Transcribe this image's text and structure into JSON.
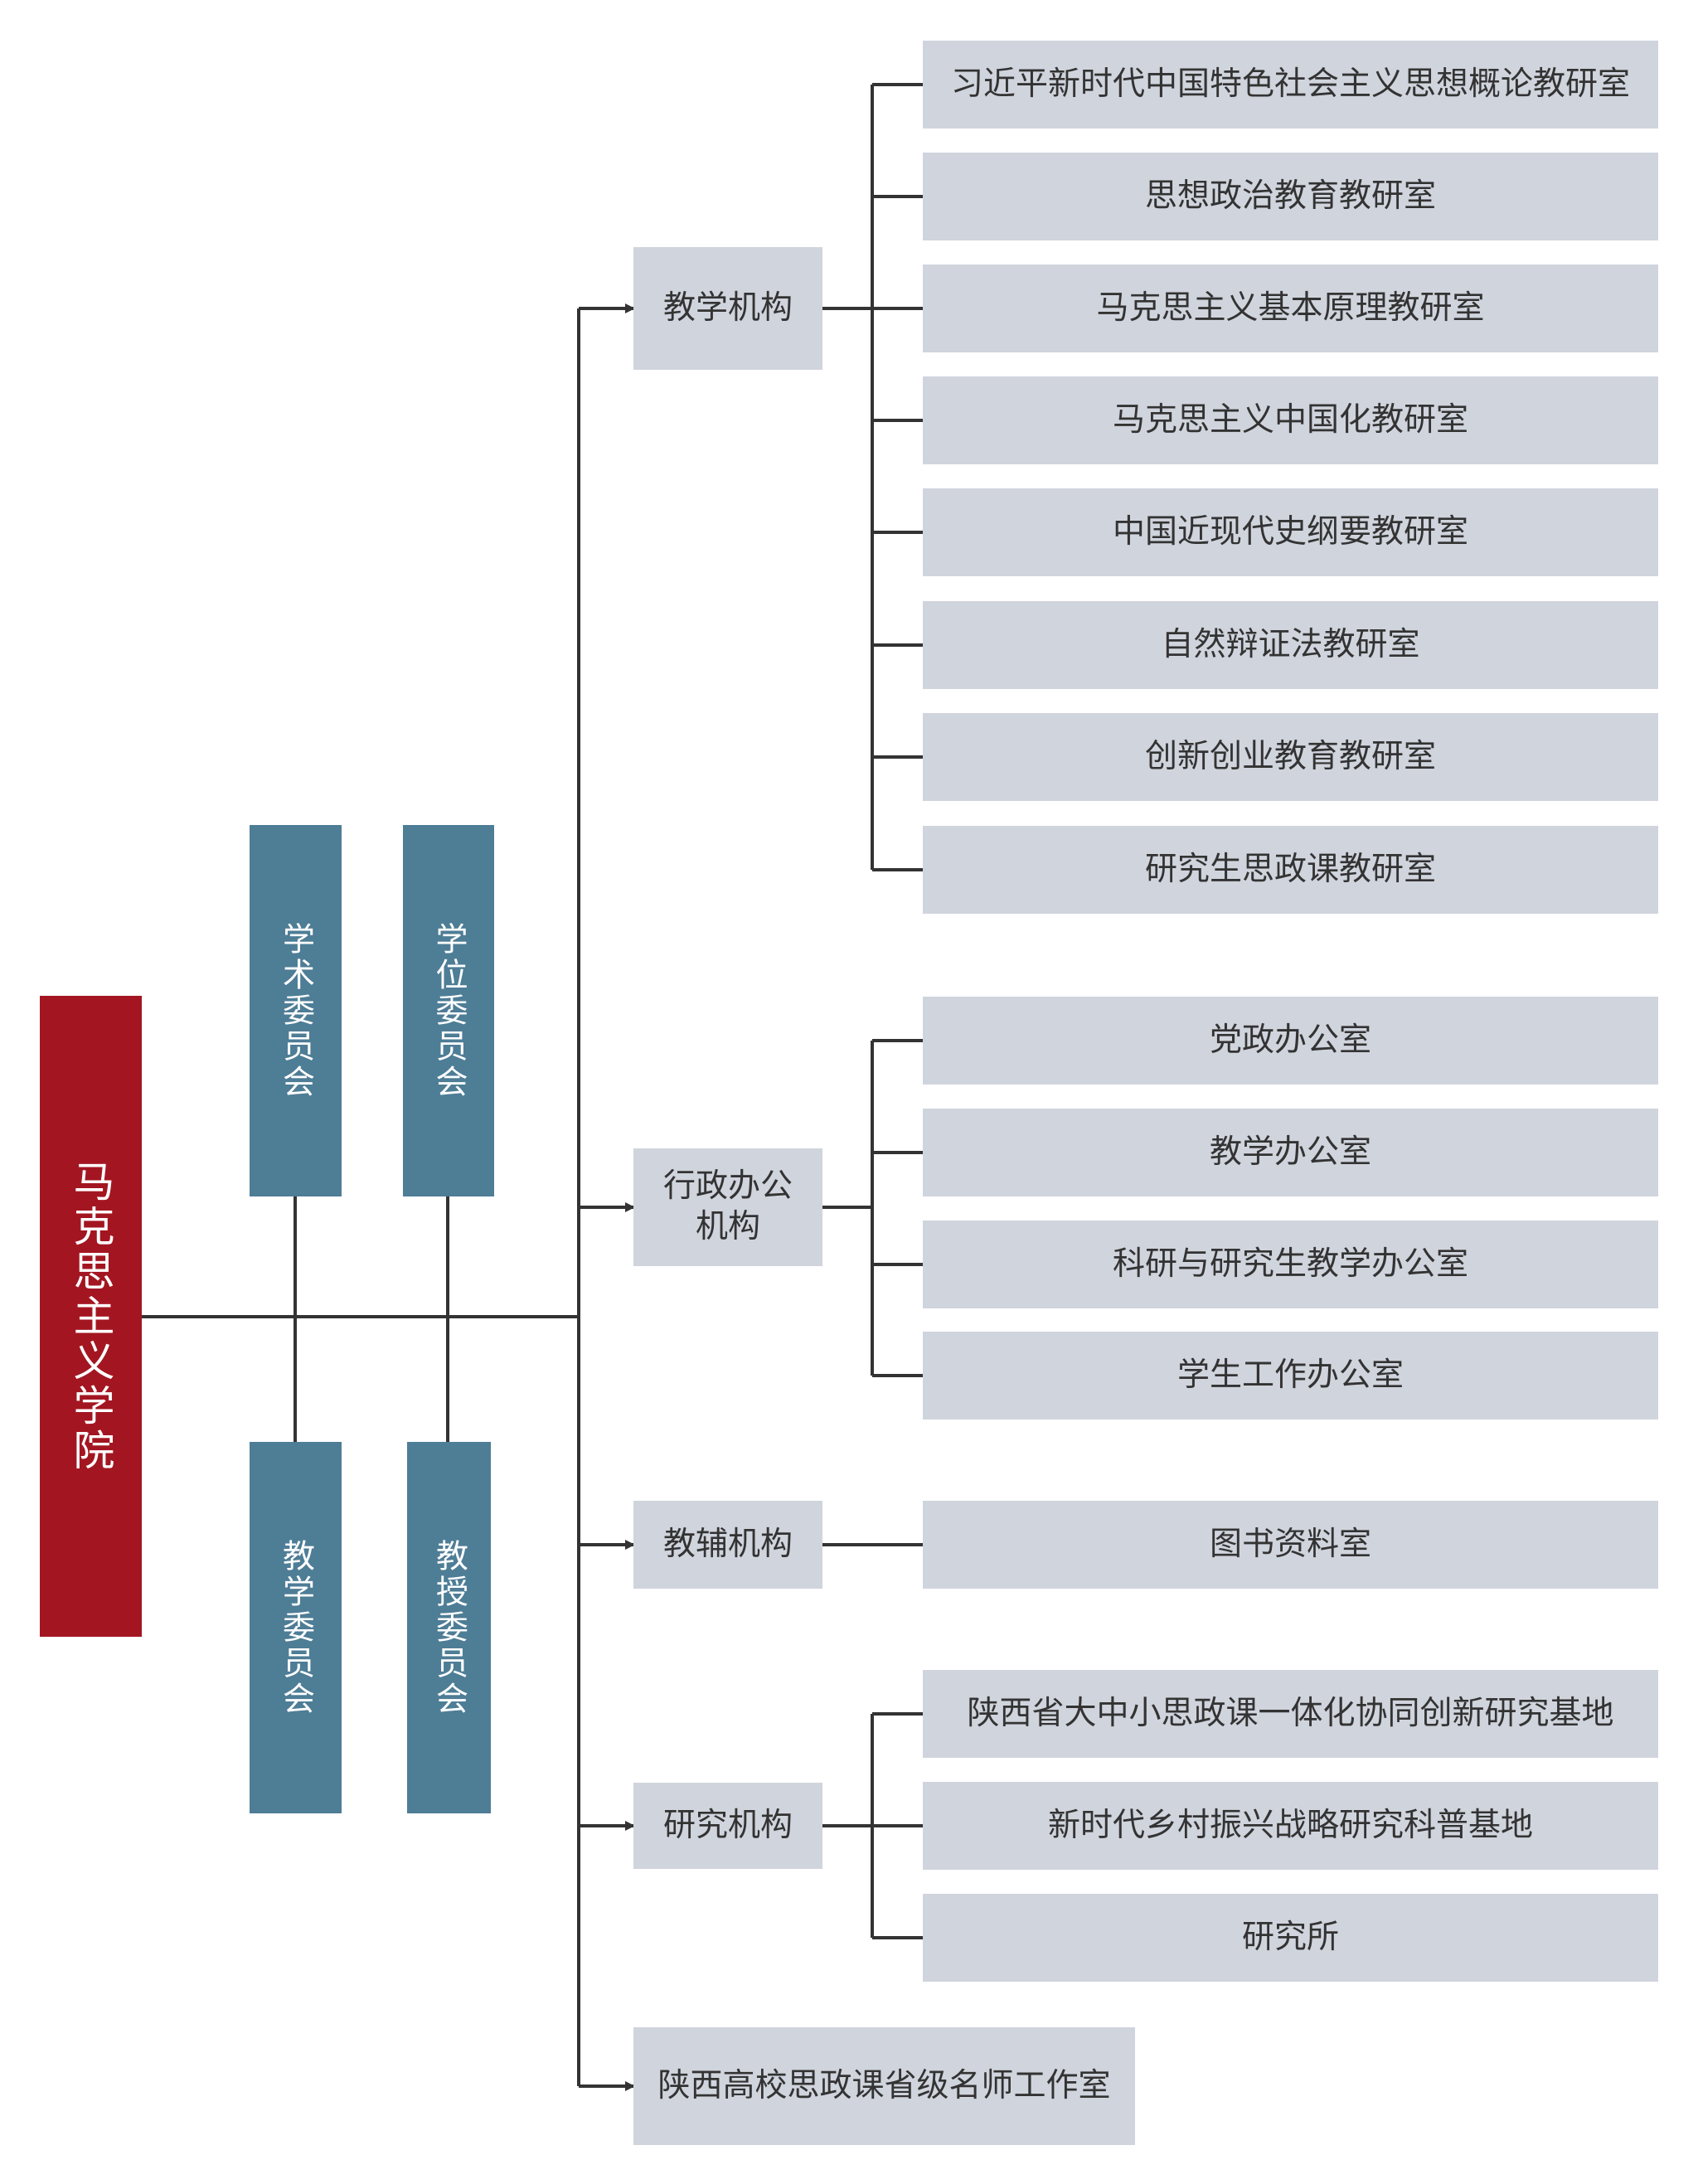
{
  "root": "马克思主义学院",
  "committees": [
    {
      "id": "academic",
      "label": "学术委员会"
    },
    {
      "id": "degree",
      "label": "学位委员会"
    },
    {
      "id": "teaching",
      "label": "教学委员会"
    },
    {
      "id": "professor",
      "label": "教授委员会"
    }
  ],
  "branches": [
    {
      "label": "教学机构",
      "children": [
        "习近平新时代中国特色社会主义思想概论教研室",
        "思想政治教育教研室",
        "马克思主义基本原理教研室",
        "马克思主义中国化教研室",
        "中国近现代史纲要教研室",
        "自然辩证法教研室",
        "创新创业教育教研室",
        "研究生思政课教研室"
      ]
    },
    {
      "label": "行政办公机构",
      "children": [
        "党政办公室",
        "教学办公室",
        "科研与研究生教学办公室",
        "学生工作办公室"
      ]
    },
    {
      "label": "教辅机构",
      "children": [
        "图书资料室"
      ]
    },
    {
      "label": "研究机构",
      "children": [
        "陕西省大中小思政课一体化协同创新研究基地",
        "新时代乡村振兴战略研究科普基地",
        "研究所"
      ]
    },
    {
      "label": "陕西高校思政课省级名师工作室",
      "children": []
    }
  ],
  "colors": {
    "root": "#a31621",
    "committee": "#4e7d96",
    "box": "#d0d4dd",
    "line": "#333333"
  }
}
